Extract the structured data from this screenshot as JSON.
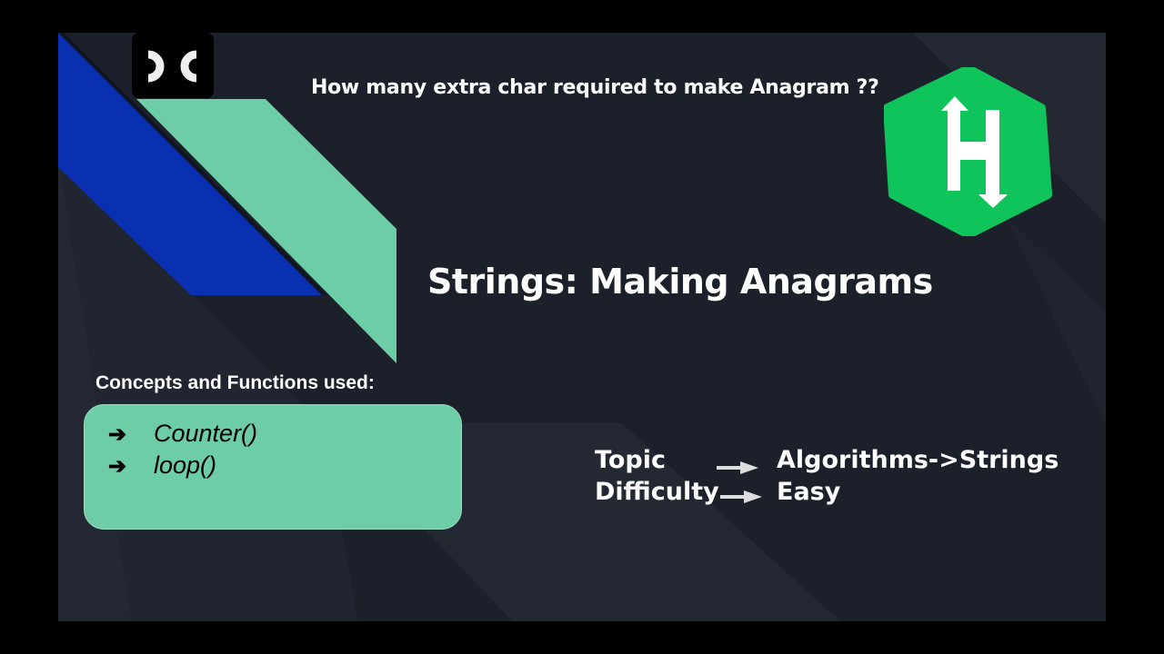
{
  "slide": {
    "question": "How many extra char required to make Anagram ??",
    "title": "Strings: Making Anagrams",
    "concepts": {
      "label": "Concepts and Functions used:",
      "items": [
        {
          "bullet": "➔",
          "text": "Counter()"
        },
        {
          "bullet": "➔",
          "text": "loop()"
        }
      ]
    },
    "info": [
      {
        "key": "Topic",
        "value": "Algorithms->Strings"
      },
      {
        "key": "Difficulty",
        "value": "Easy"
      }
    ],
    "logos": {
      "channel_logo": "dc-logo",
      "platform_logo": "hackerrank-logo"
    },
    "colors": {
      "background": "#1c202b",
      "blue_stripe": "#0930b0",
      "green_stripe": "#6ccda6",
      "hackerrank_green": "#0fc55b",
      "text": "#ffffff"
    }
  }
}
